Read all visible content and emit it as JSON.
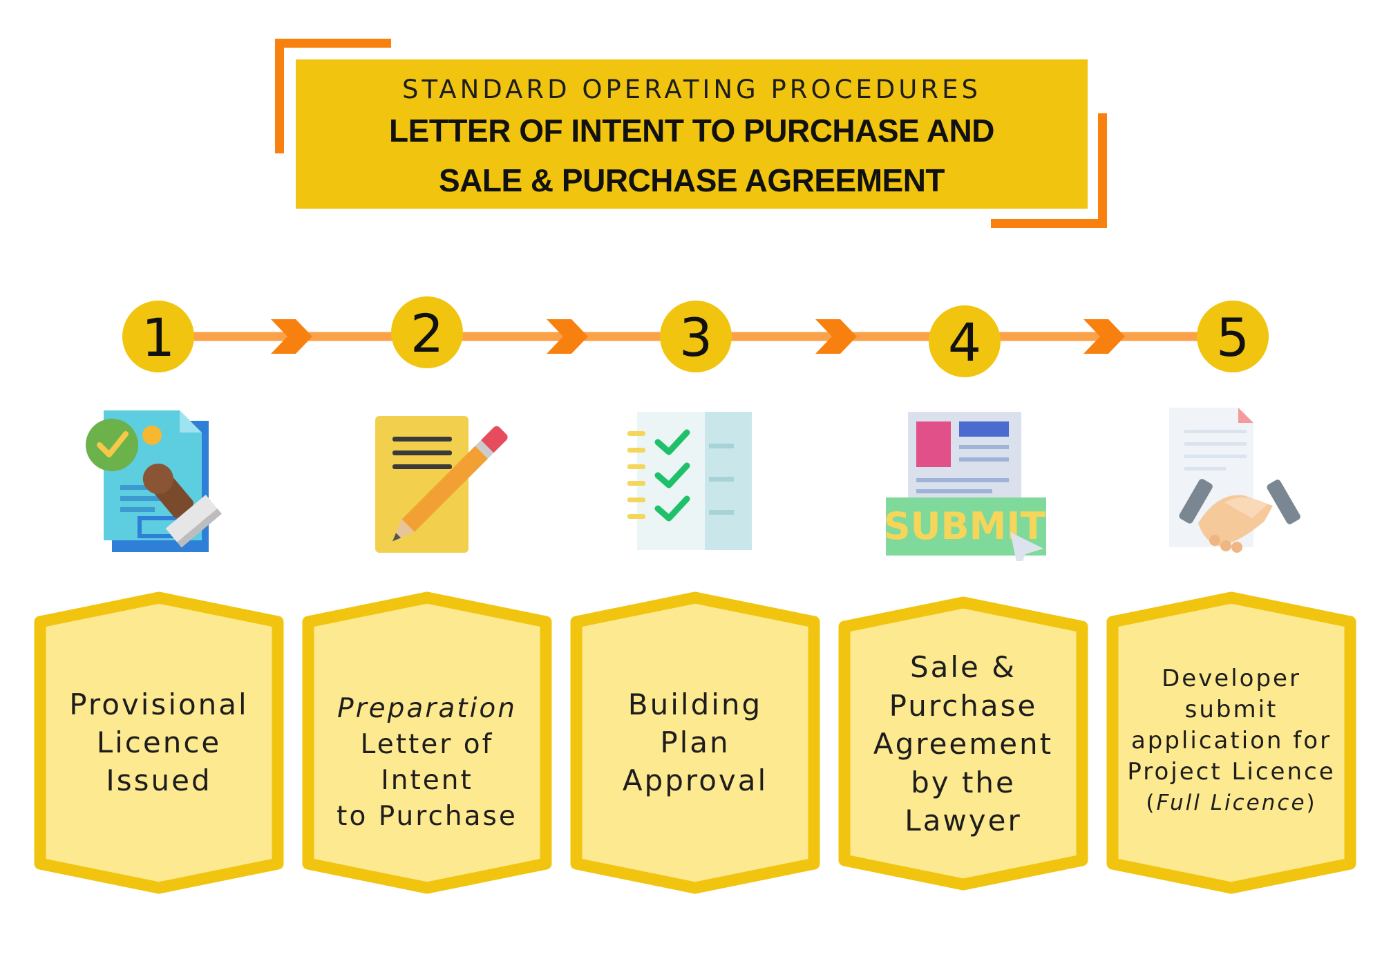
{
  "title": {
    "subtitle": "STANDARD OPERATING PROCEDURES",
    "line1": "LETTER OF INTENT TO PURCHASE AND",
    "line2": "SALE & PURCHASE AGREEMENT"
  },
  "colors": {
    "accent_yellow": "#f1c40f",
    "light_yellow": "#fde98f",
    "orange": "#f7800f",
    "connector": "#fba14a"
  },
  "steps": [
    {
      "number": "1",
      "icon": "stamped-document-icon",
      "lines": [
        "Provisional",
        "Licence",
        "Issued"
      ]
    },
    {
      "number": "2",
      "icon": "notepad-pencil-icon",
      "italic_line": "Preparation",
      "lines": [
        "Letter of Intent",
        "to Purchase"
      ]
    },
    {
      "number": "3",
      "icon": "checklist-icon",
      "lines": [
        "Building",
        "Plan",
        "Approval"
      ]
    },
    {
      "number": "4",
      "icon": "submit-document-icon",
      "lines": [
        "Sale &",
        "Purchase",
        "Agreement",
        "by the",
        "Lawyer"
      ]
    },
    {
      "number": "5",
      "icon": "handshake-contract-icon",
      "lines": [
        "Developer",
        "submit",
        "application for",
        "Project Licence"
      ],
      "paren_open": "(",
      "paren_italic": "Full Licence",
      "paren_close": ")"
    }
  ]
}
